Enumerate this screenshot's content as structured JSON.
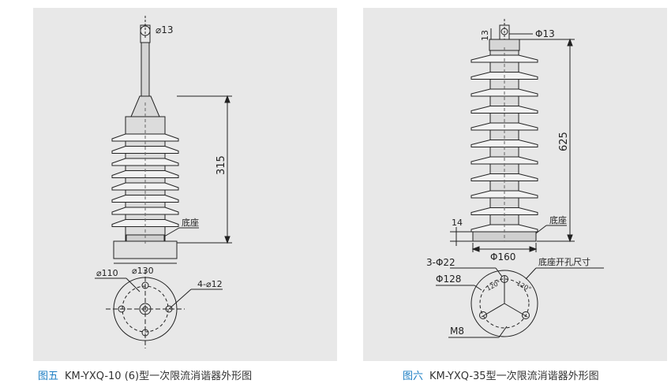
{
  "left": {
    "dims": {
      "top_dia": "⌀13",
      "height": "315",
      "base_label": "底座",
      "base_dia": "⌀130",
      "bolt_circle": "⌀110",
      "holes": "4-⌀12"
    },
    "caption": {
      "fig": "图五",
      "text": "KM-YXQ-10 (6)型一次限流消谐器外形图"
    }
  },
  "right": {
    "dims": {
      "top_small": "13",
      "top_dia": "Φ13",
      "height": "625",
      "base_label": "底座",
      "base_height": "14",
      "base_dia": "Φ160",
      "holes": "3-Φ22",
      "mount_label": "底座开孔尺寸",
      "bolt_circle": "Φ128",
      "angle1": "120°",
      "angle2": "120°",
      "thread": "M8"
    },
    "caption": {
      "fig": "图六",
      "text": "KM-YXQ-35型一次限流消谐器外形图"
    }
  },
  "colors": {
    "caption_accent": "#1e7fc4",
    "panel_bg": "#e8e8e8"
  }
}
